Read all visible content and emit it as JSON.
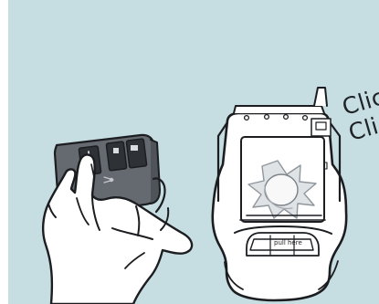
{
  "illustration": {
    "remote_label": "remote-control-in-hand",
    "receiver_label": "garage-door-opener-motor-unit",
    "click_1": "Clic",
    "click_2": "Clic",
    "receiver_caption": "pull here",
    "background_color": "#c6dde2",
    "line_color": "#1b1d20",
    "icon_names": [
      "remote-control-icon",
      "hand-icon",
      "opener-unit-icon",
      "starburst-icon",
      "light-bulb-icon"
    ]
  }
}
